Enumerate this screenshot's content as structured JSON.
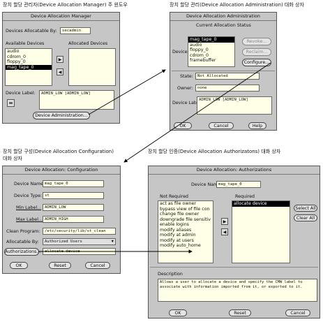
{
  "captions": {
    "manager": "장치 할당 관리자(Device Allocation Manager) 주 윈도우",
    "administration": "장치 할당 관리(Device Allocation Administration) 대화 상자",
    "configuration_line1": "장치 할당 구성(Device Allocation Configuration)",
    "configuration_line2": "대화 상자",
    "authorizations": "장치 할당 인증(Device Allocation Authorizatons) 대화 상자"
  },
  "manager": {
    "title": "Device Allocation Manager",
    "allocatable_by_label": "Devices Allocatable By:",
    "allocatable_by_value": "secadmin",
    "available_label": "Available Devices",
    "allocated_label": "Allocated Devices",
    "available_devices": [
      "audio",
      "cdrom_0",
      "floppy_0",
      "mag_tape_0"
    ],
    "device_label_label": "Device Label:",
    "device_label_value": "ADMIN_LOW [ADMIN_LOW]",
    "admin_button": "Device Administration..."
  },
  "administration": {
    "title": "Device Allocation Administration",
    "status_label": "Current Allocation Status",
    "devices_label": "Devices:",
    "devices": [
      "mag_tape_0",
      "audio",
      "floppy_0",
      "cdrom_0",
      "framebuffer"
    ],
    "revoke_button": "Revoke...",
    "reclaim_button": "Reclaim...",
    "configure_button": "Configure...",
    "state_label": "State:",
    "state_value": "Not Allocated",
    "owner_label": "Owner:",
    "owner_value": "none",
    "device_label_label": "Device Label:",
    "device_label_value": "ADMIN_LOW [ADMIN_LOW]",
    "ok_button": "OK",
    "cancel_button": "Cancel",
    "help_button": "Help"
  },
  "configuration": {
    "title": "Device Allocation: Configuration",
    "device_name_label": "Device Name:",
    "device_name_value": "mag_tape_0",
    "device_type_label": "Device Type:",
    "device_type_value": "st",
    "min_label_label": "Min Label...",
    "min_label_value": "ADMIN_LOW",
    "max_label_label": "Max Label...",
    "max_label_value": "ADMIN_HIGH",
    "clean_program_label": "Clean Program:",
    "clean_program_value": "/etc/security/lib/st_clean",
    "allocatable_by_label": "Allocatable By:",
    "allocatable_by_value": "Authorized Users",
    "authorizations_button": "Authorizations...",
    "authorizations_value": "allocate device",
    "ok_button": "OK",
    "reset_button": "Reset",
    "cancel_button": "Cancel"
  },
  "authorizations": {
    "title": "Device Allocation: Authorizations",
    "device_name_label": "Device Name:",
    "device_name_value": "mag_tape_0",
    "not_required_label": "Not Required",
    "required_label": "Required",
    "not_required_items": [
      "act as file owner",
      "bypass view of file con",
      "change file owner",
      "downgrade file sensitiv",
      "enable logins",
      "modify aliases",
      "modify at admin",
      "modify at users",
      "modify auto_home"
    ],
    "required_items": [
      "allocate device"
    ],
    "select_all_button": "Select All",
    "clear_all_button": "Clear All",
    "description_label": "Description",
    "description_text": "Allows a user to allocate a device and specify the CMW label to associate with information imported from it, or exported to it.",
    "ok_button": "OK",
    "reset_button": "Reset",
    "cancel_button": "Cancel"
  }
}
